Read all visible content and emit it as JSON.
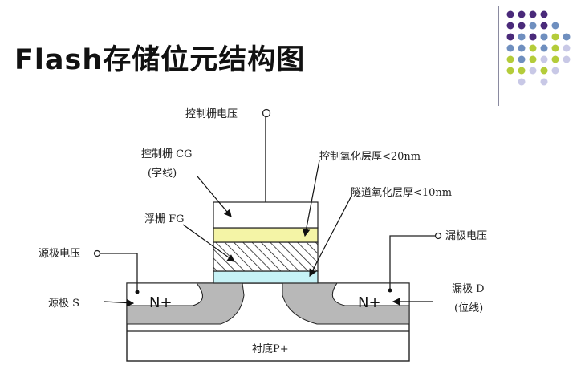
{
  "title": "Flash存储位元结构图",
  "labels": {
    "cg_voltage": "控制栅电压",
    "control_gate": "控制栅 CG",
    "word_line": "(字线)",
    "control_oxide": "控制氧化层厚<20nm",
    "tunnel_oxide": "隧道氧化层厚<10nm",
    "floating_gate": "浮栅 FG",
    "source_voltage": "源极电压",
    "drain_voltage": "漏极电压",
    "source": "源极 S",
    "drain": "漏极 D",
    "bit_line": "(位线)",
    "n_plus_left": "N+",
    "n_plus_right": "N+",
    "substrate": "衬底P+"
  },
  "colors": {
    "control_oxide": "#f4f4a6",
    "tunnel_oxide": "#c6f2f6",
    "depletion": "#b8b8b8",
    "dot_purple": "#4a2a7a",
    "dot_blue": "#6f8fbf",
    "dot_green": "#b4cc3a",
    "dot_lavender": "#c8c8e6"
  }
}
